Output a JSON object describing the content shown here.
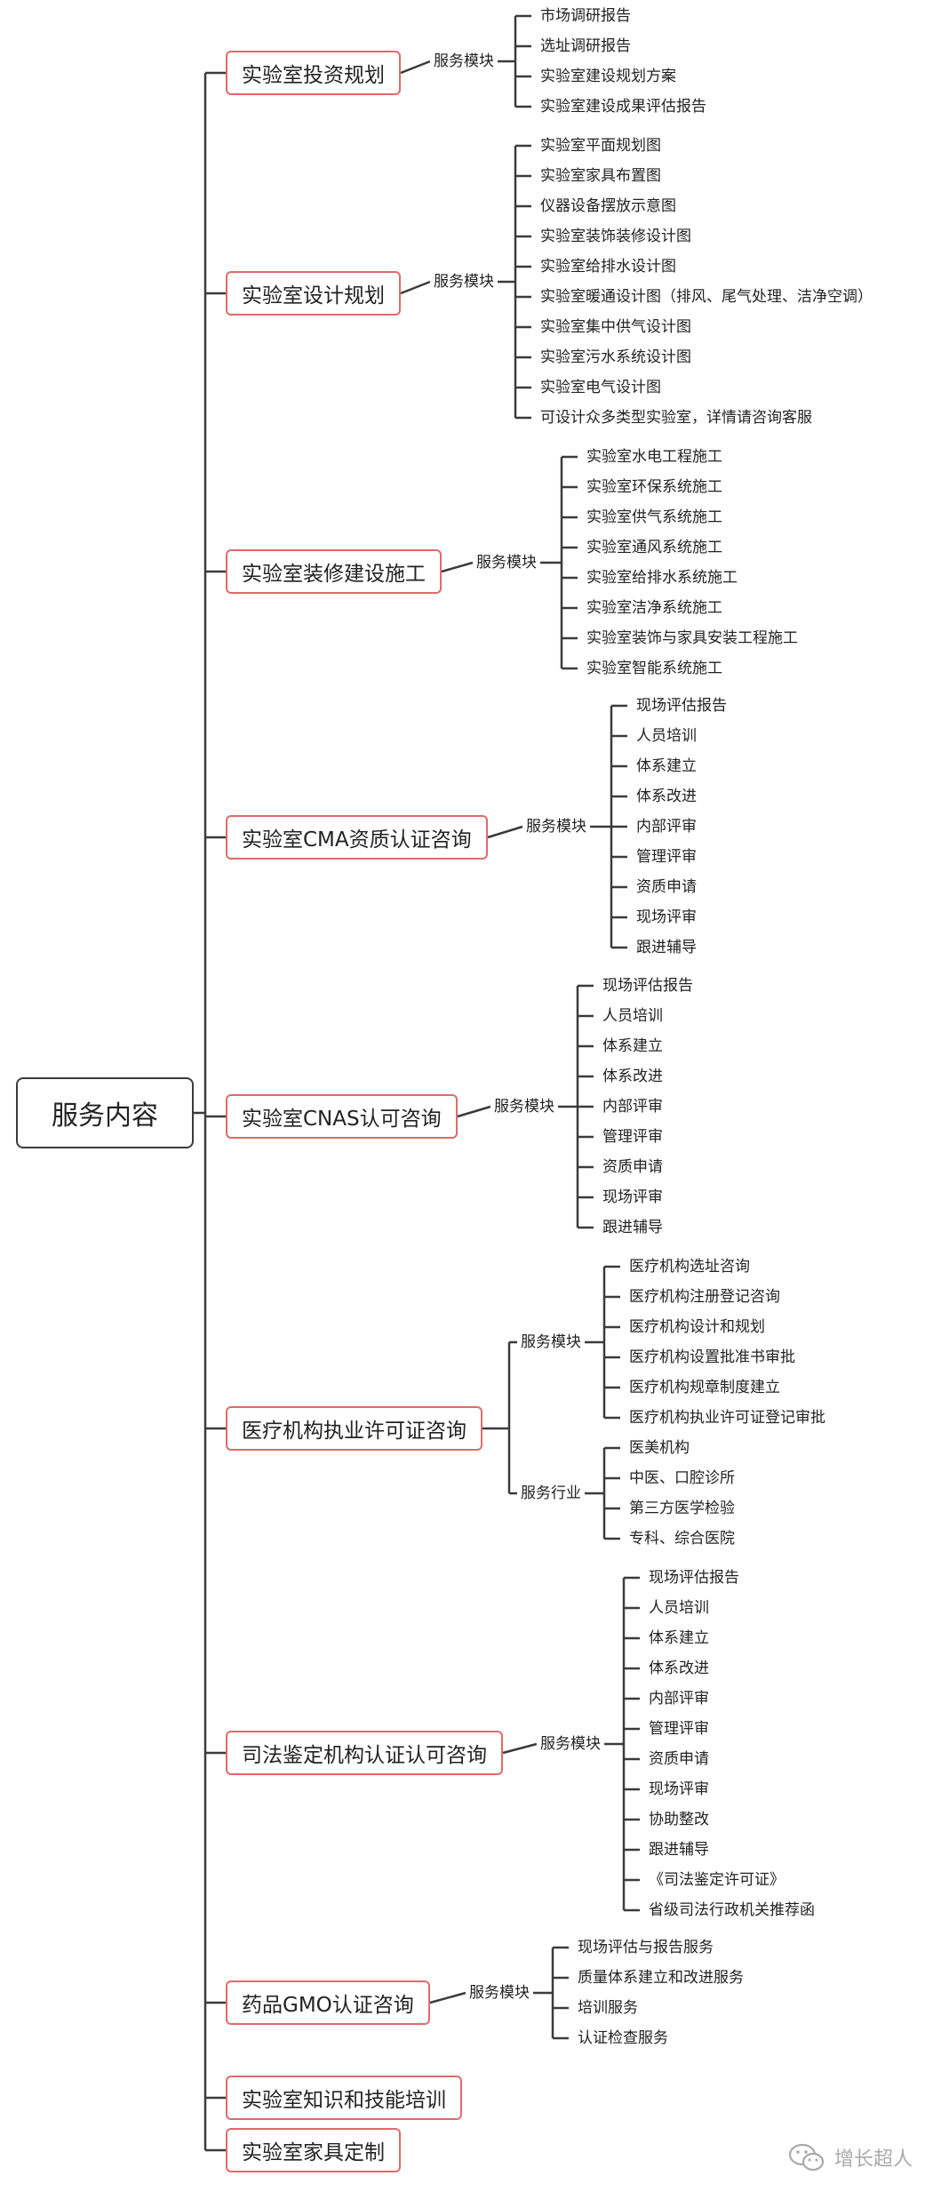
{
  "root": "服务内容",
  "branches": [
    {
      "label": "实验室投资规划",
      "groups": [
        {
          "label": "服务模块",
          "items": [
            "市场调研报告",
            "选址调研报告",
            "实验室建设规划方案",
            "实验室建设成果评估报告"
          ]
        }
      ]
    },
    {
      "label": "实验室设计规划",
      "groups": [
        {
          "label": "服务模块",
          "items": [
            "实验室平面规划图",
            "实验室家具布置图",
            "仪器设备摆放示意图",
            "实验室装饰装修设计图",
            "实验室给排水设计图",
            "实验室暖通设计图（排风、尾气处理、洁净空调）",
            "实验室集中供气设计图",
            "实验室污水系统设计图",
            "实验室电气设计图",
            "可设计众多类型实验室，详情请咨询客服"
          ]
        }
      ]
    },
    {
      "label": "实验室装修建设施工",
      "groups": [
        {
          "label": "服务模块",
          "items": [
            "实验室水电工程施工",
            "实验室环保系统施工",
            "实验室供气系统施工",
            "实验室通风系统施工",
            "实验室给排水系统施工",
            "实验室洁净系统施工",
            "实验室装饰与家具安装工程施工",
            "实验室智能系统施工"
          ]
        }
      ]
    },
    {
      "label": "实验室CMA资质认证咨询",
      "groups": [
        {
          "label": "服务模块",
          "items": [
            "现场评估报告",
            "人员培训",
            "体系建立",
            "体系改进",
            "内部评审",
            "管理评审",
            "资质申请",
            "现场评审",
            "跟进辅导"
          ]
        }
      ]
    },
    {
      "label": "实验室CNAS认可咨询",
      "groups": [
        {
          "label": "服务模块",
          "items": [
            "现场评估报告",
            "人员培训",
            "体系建立",
            "体系改进",
            "内部评审",
            "管理评审",
            "资质申请",
            "现场评审",
            "跟进辅导"
          ]
        }
      ]
    },
    {
      "label": "医疗机构执业许可证咨询",
      "groups": [
        {
          "label": "服务模块",
          "items": [
            "医疗机构选址咨询",
            "医疗机构注册登记咨询",
            "医疗机构设计和规划",
            "医疗机构设置批准书审批",
            "医疗机构规章制度建立",
            "医疗机构执业许可证登记审批"
          ]
        },
        {
          "label": "服务行业",
          "items": [
            "医美机构",
            "中医、口腔诊所",
            "第三方医学检验",
            "专科、综合医院"
          ]
        }
      ]
    },
    {
      "label": "司法鉴定机构认证认可咨询",
      "groups": [
        {
          "label": "服务模块",
          "items": [
            "现场评估报告",
            "人员培训",
            "体系建立",
            "体系改进",
            "内部评审",
            "管理评审",
            "资质申请",
            "现场评审",
            "协助整改",
            "跟进辅导",
            "《司法鉴定许可证》",
            "省级司法行政机关推荐函"
          ]
        }
      ]
    },
    {
      "label": "药品GMO认证咨询",
      "groups": [
        {
          "label": "服务模块",
          "items": [
            "现场评估与报告服务",
            "质量体系建立和改进服务",
            "培训服务",
            "认证检查服务"
          ]
        }
      ]
    },
    {
      "label": "实验室知识和技能培训",
      "groups": []
    },
    {
      "label": "实验室家具定制",
      "groups": []
    }
  ],
  "watermark": "增长超人",
  "colors": {
    "line": "#3b3b3b",
    "branch_border": "#e06a6a",
    "watermark": "#aaaaaa"
  }
}
